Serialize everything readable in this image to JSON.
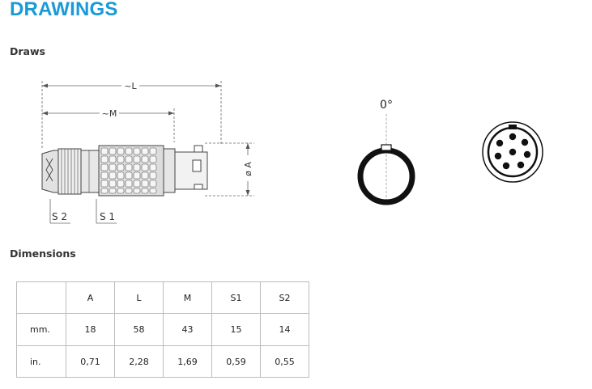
{
  "page": {
    "title": "DRAWINGS"
  },
  "draws": {
    "heading": "Draws",
    "drawing": {
      "label_L": "~L",
      "label_M": "~M",
      "label_A": "ø A",
      "label_S2": "S 2",
      "label_S1": "S 1"
    },
    "orientation": {
      "angle_label": "0°"
    }
  },
  "dimensions": {
    "heading": "Dimensions",
    "columns": [
      "A",
      "L",
      "M",
      "S1",
      "S2"
    ],
    "rows": [
      {
        "label": "mm.",
        "values": [
          "18",
          "58",
          "43",
          "15",
          "14"
        ]
      },
      {
        "label": "in.",
        "values": [
          "0,71",
          "2,28",
          "1,69",
          "0,59",
          "0,55"
        ]
      }
    ]
  }
}
